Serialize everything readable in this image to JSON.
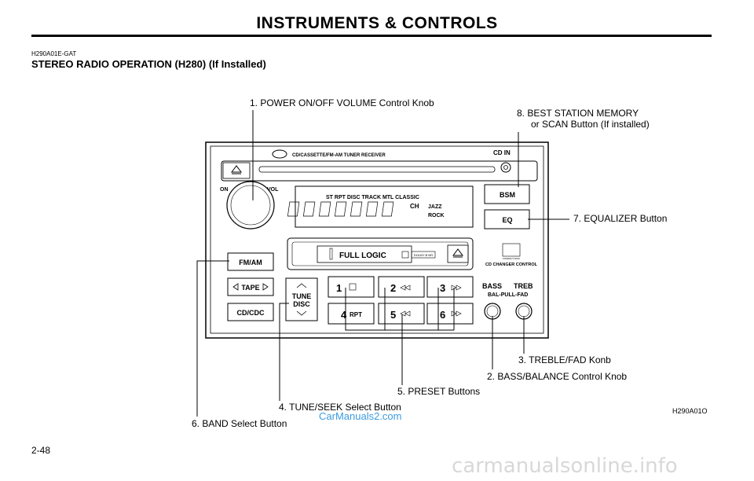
{
  "header": {
    "title": "INSTRUMENTS & CONTROLS",
    "doc_code": "H290A01E-GAT",
    "section_heading": "STEREO RADIO OPERATION (H280) (If Installed)"
  },
  "callouts": {
    "c1": "1.  POWER ON/OFF VOLUME Control Knob",
    "c8_line1": "8.  BEST STATION MEMORY",
    "c8_line2": "or SCAN Button (If installed)",
    "c7": "7.  EQUALIZER Button",
    "c3": "3.  TREBLE/FAD Konb",
    "c2": "2.  BASS/BALANCE Control Knob",
    "c5": "5.  PRESET Buttons",
    "c4": "4.  TUNE/SEEK Select Button",
    "c6": "6.  BAND Select Button"
  },
  "radio": {
    "model_label": "CD/CASSETTE/FM-AM TUNER RECEIVER",
    "cd_in_label": "CD  IN",
    "on_label": "ON",
    "vol_label": "VOL",
    "bsm_label": "BSM",
    "eq_label": "EQ",
    "display_top": "ST   RPT    DISC  TRACK  MTL  CLASSIC",
    "display_ch": "CH",
    "display_jazz": "JAZZ",
    "display_rock": "ROCK",
    "full_logic_label": "FULL LOGIC",
    "dolby_label": "DOLBY B NR",
    "compact_disc_label": "COMPACT DISC",
    "cd_changer_label": "CD CHANGER CONTROL",
    "fm_am_label": "FM/AM",
    "tape_label": "TAPE",
    "cd_cdc_label": "CD/CDC",
    "tune_label": "TUNE",
    "disc_label": "DISC",
    "preset_1": "1",
    "preset_2": "2",
    "preset_3": "3",
    "preset_4": "4",
    "preset_5": "5",
    "preset_6": "6",
    "rpt_label": "RPT",
    "bass_label": "BASS",
    "treb_label": "TREB",
    "bal_fad_label": "BAL-PULL-FAD"
  },
  "footer": {
    "figure_code": "H290A01O",
    "page_number": "2-48",
    "watermark_top": "CarManuals2.com",
    "watermark_bottom": "carmanualsonline.info"
  }
}
